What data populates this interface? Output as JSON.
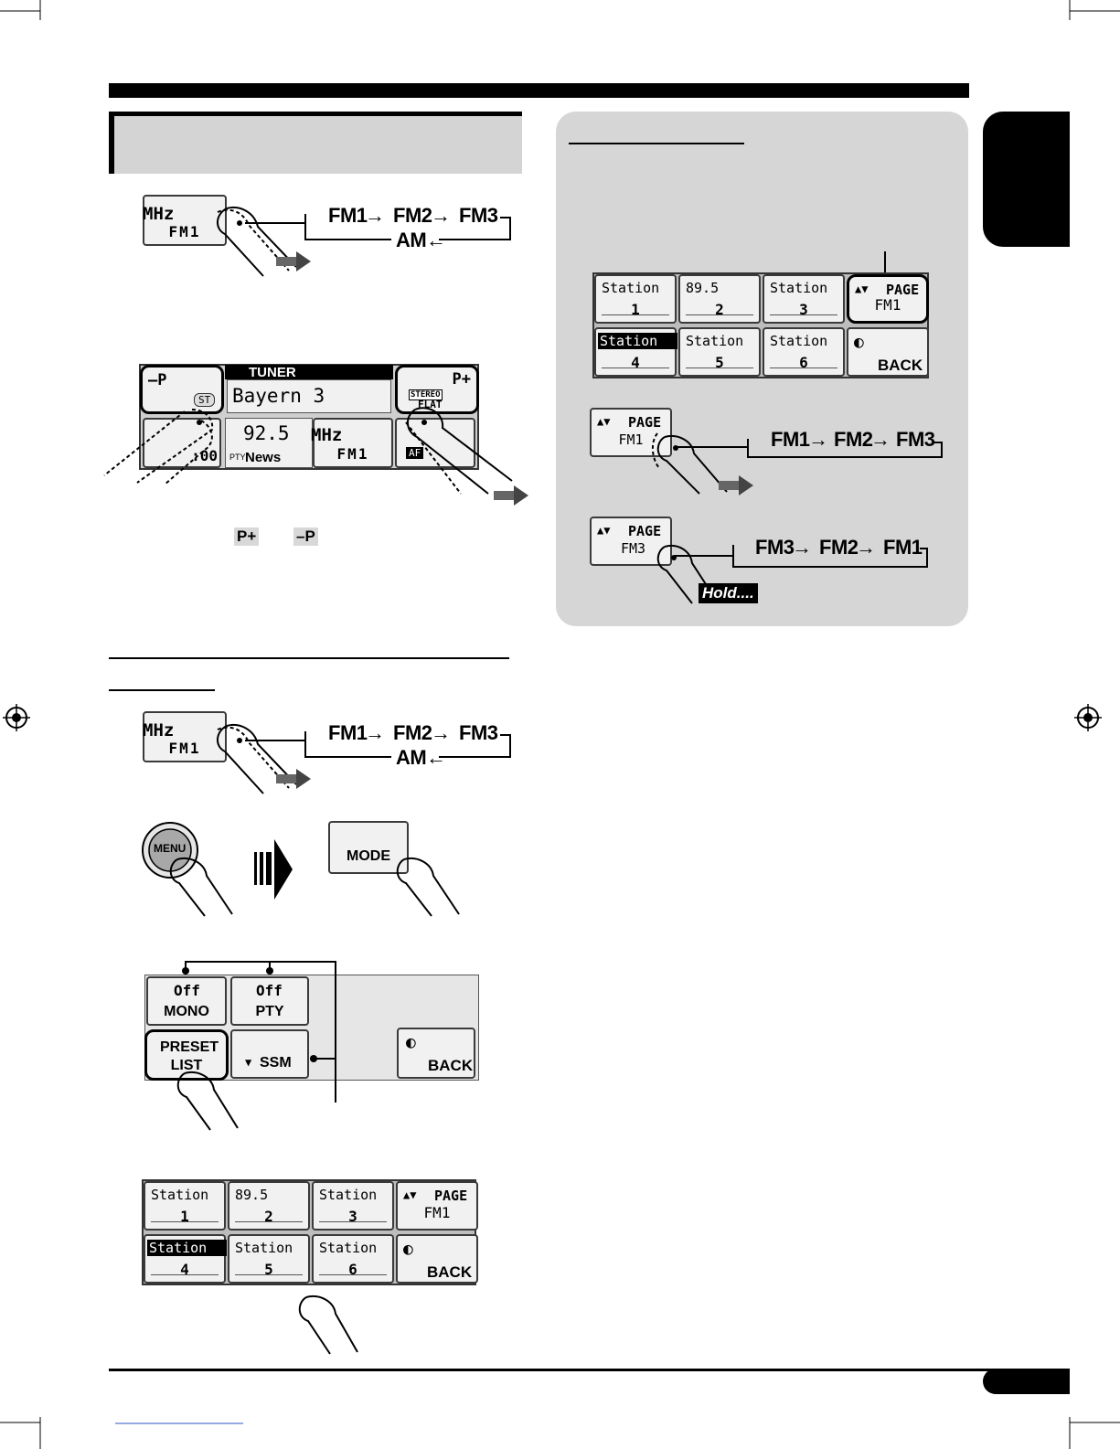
{
  "band_sequence": {
    "fm1": "FM1",
    "fm2": "FM2",
    "fm3": "FM3",
    "am": "AM"
  },
  "reverse_sequence": {
    "fm3": "FM3",
    "fm2": "FM2",
    "fm1": "FM1"
  },
  "band_button": {
    "unit": "MHz",
    "band": "FM1"
  },
  "tuner_display": {
    "minus_preset": "–P",
    "plus_preset": "P+",
    "st_badge": "ST",
    "source": "TUNER",
    "station_name": "Bayern 3",
    "stereo": "STEREO",
    "flat": "FLAT",
    "clock": ":00",
    "frequency": "92.5",
    "pty_tag": "PTY",
    "pty_value": "News",
    "unit": "MHz",
    "band": "FM1",
    "af_tag": "AF"
  },
  "inline_icons": {
    "p_plus": "P+",
    "minus_p": "–P"
  },
  "preset_grid": {
    "buttons": [
      {
        "top": "Station",
        "num": "1"
      },
      {
        "top": "89.5",
        "num": "2"
      },
      {
        "top": "Station",
        "num": "3"
      },
      {
        "top": "Station",
        "num": "4"
      },
      {
        "top": "Station",
        "num": "5"
      },
      {
        "top": "Station",
        "num": "6"
      }
    ],
    "page_label": "PAGE",
    "page_band": "FM1",
    "back_label": "BACK"
  },
  "page_button_1": {
    "label": "PAGE",
    "band": "FM1"
  },
  "page_button_2": {
    "label": "PAGE",
    "band": "FM3"
  },
  "hold_label": "Hold....",
  "menu": {
    "menu_label": "MENU",
    "mode_label": "MODE"
  },
  "mode_menu": {
    "mono_value": "Off",
    "mono_label": "MONO",
    "pty_value": "Off",
    "pty_label": "PTY",
    "preset_line1": "PRESET",
    "preset_line2": "LIST",
    "ssm_label": "SSM",
    "back_label": "BACK"
  }
}
